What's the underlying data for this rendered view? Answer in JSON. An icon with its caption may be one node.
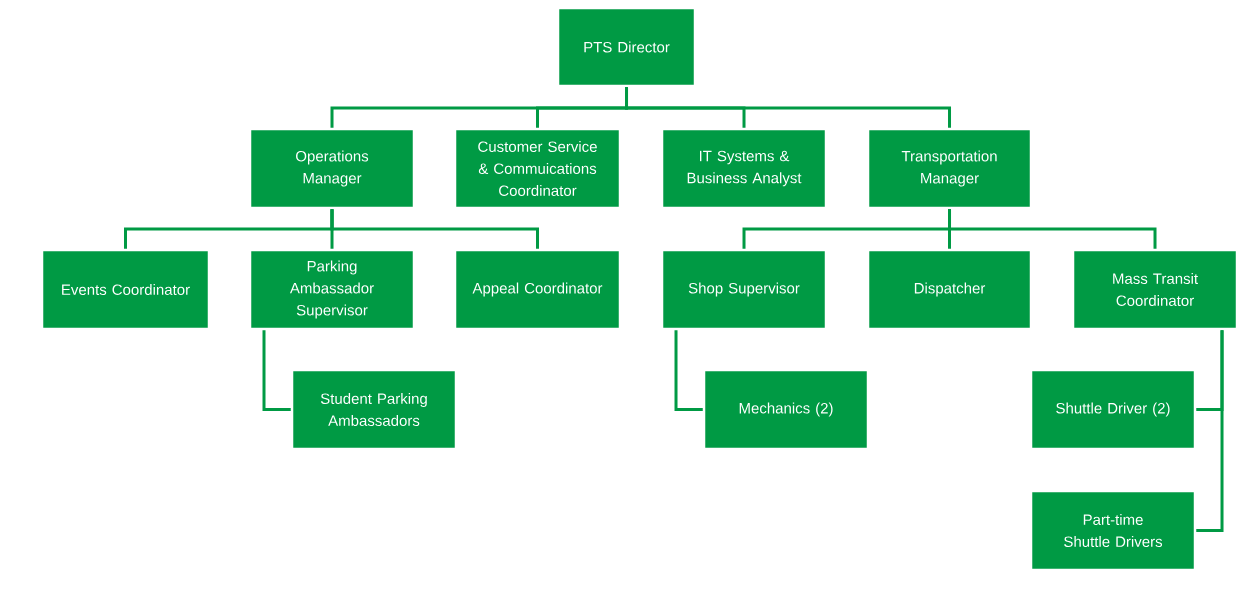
{
  "diagram": {
    "nodes": [
      {
        "text": [
          "PTS Director"
        ]
      },
      {
        "text": [
          "Operations Manager"
        ]
      },
      {
        "text": [
          "Customer Service & Commuications Coordinator"
        ]
      },
      {
        "text": [
          "IT Systems & Business Analyst"
        ]
      },
      {
        "text": [
          "Transportation Manager"
        ]
      },
      {
        "text": [
          "Events Coordinator"
        ]
      },
      {
        "text": [
          "Parking Ambassador Supervisor"
        ]
      },
      {
        "text": [
          "Appeal Coordinator"
        ]
      },
      {
        "text": [
          "Shop Supervisor"
        ]
      },
      {
        "text": [
          "Dispatcher"
        ]
      },
      {
        "text": [
          "Mass Transit Coordinator"
        ]
      },
      {
        "text": [
          "Student Parking Ambassadors"
        ]
      },
      {
        "text": [
          "Mechanics (2)"
        ]
      },
      {
        "text": [
          "Shuttle Driver (2)"
        ]
      },
      {
        "text": [
          "Part-time Shuttle Drivers"
        ]
      }
    ],
    "edges": [
      {
        "from": 0,
        "to": 1,
        "arrow": "none"
      },
      {
        "from": 0,
        "to": 2,
        "arrow": "none"
      },
      {
        "from": 0,
        "to": 3,
        "arrow": "none"
      },
      {
        "from": 0,
        "to": 4,
        "arrow": "none"
      },
      {
        "from": 1,
        "to": 5,
        "arrow": "none"
      },
      {
        "from": 1,
        "to": 6,
        "arrow": "none"
      },
      {
        "from": 1,
        "to": 7,
        "arrow": "none"
      },
      {
        "from": 4,
        "to": 8,
        "arrow": "none"
      },
      {
        "from": 4,
        "to": 9,
        "arrow": "none"
      },
      {
        "from": 4,
        "to": 10,
        "arrow": "none"
      },
      {
        "from": 6,
        "to": 11,
        "arrow": "none"
      },
      {
        "from": 8,
        "to": 12,
        "arrow": "none"
      },
      {
        "from": 10,
        "to": 13,
        "arrow": "none"
      },
      {
        "from": 10,
        "to": 14,
        "arrow": "none"
      }
    ]
  }
}
